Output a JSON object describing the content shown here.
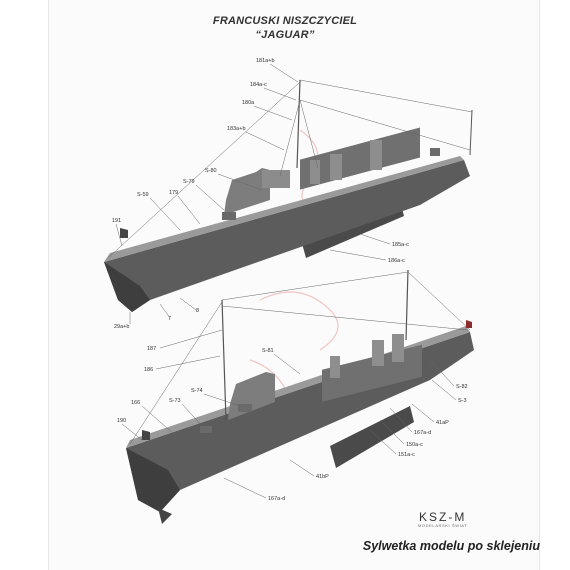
{
  "header": {
    "line1": "FRANCUSKI NISZCZYCIEL",
    "line2": "“JAGUAR”"
  },
  "top_view_labels": [
    "181a+b",
    "184a-c",
    "180a",
    "183a+b",
    "S-80",
    "S-79",
    "S-59",
    "179",
    "191",
    "185a-c",
    "186a-c",
    "8",
    "7",
    "29a+b"
  ],
  "bottom_view_labels": [
    "187",
    "186",
    "S-81",
    "S-74",
    "S-73",
    "166",
    "190",
    "S-82",
    "S-3",
    "41aP",
    "167a-d",
    "150a-c",
    "151a-c",
    "41bP",
    "167a-d"
  ],
  "logo": {
    "main": "KSZ-M",
    "sub": "MODELARSKI ŠWIAT"
  },
  "caption": "Sylwetka modelu po sklejeniu",
  "colors": {
    "hull": "#5c5c5c",
    "hull_dark": "#3e3e3e",
    "deck": "#9a9a9a",
    "superstructure": "#7d7d7d",
    "rigging": "#555555",
    "watermark": "#f2c4c4"
  }
}
